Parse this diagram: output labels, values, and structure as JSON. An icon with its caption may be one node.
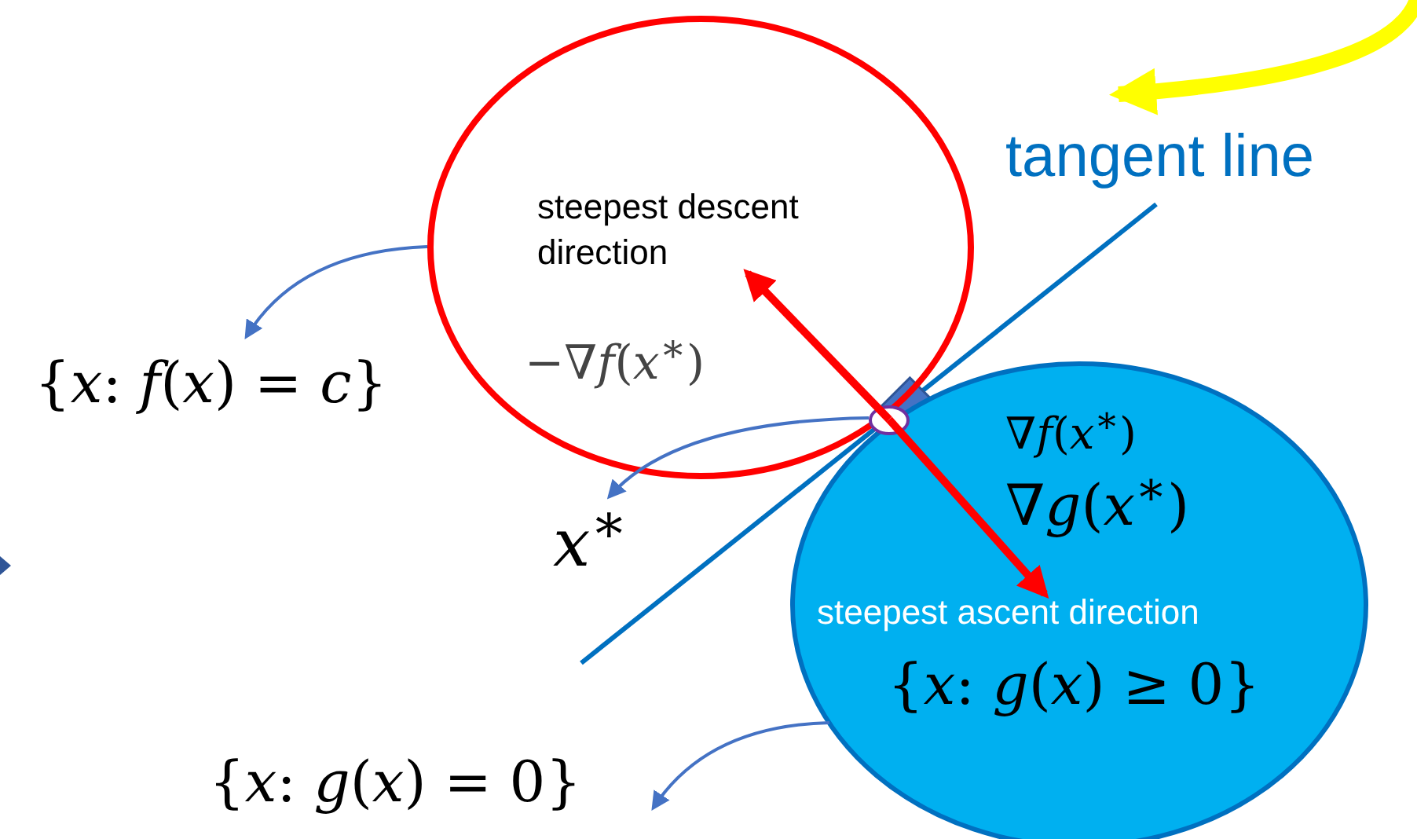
{
  "diagram": {
    "nodes": [
      {
        "text": [
          "steepest descent direction",
          "−∇*f*(*x*$^{∗}$)"
        ]
      },
      {
        "text": [
          "∇*f*(*x*$^{∗}$)",
          "∇*g*(*x*$^{∗}$)",
          "steepest ascent direction",
          "{*x*: *g*(*x*) ≥ 0}"
        ]
      },
      {
        "text": [
          "{*x*: *f*(*x*) = *c*}"
        ]
      },
      {
        "text": [
          "{*x*: *g*(*x*) = 0}"
        ]
      },
      {
        "text": [
          "*x*$^{∗}$"
        ]
      },
      {
        "text": [],
        "shape": "circle"
      },
      {
        "text": [
          "tangent line"
        ]
      }
    ],
    "edges": [
      {
        "from": 0,
        "to": 2,
        "arrow": "to"
      },
      {
        "from": 1,
        "to": 3,
        "arrow": "to"
      },
      {
        "from": 5,
        "to": 4,
        "arrow": "to"
      },
      {
        "from": null,
        "to": 6,
        "arrow": "to",
        "style": "thick",
        "color": "#ffff00"
      },
      {
        "from": 5,
        "to": 0,
        "arrow": "to",
        "style": "thick",
        "color": "#ff0000"
      },
      {
        "from": 5,
        "to": 1,
        "arrow": "to",
        "style": "thick",
        "color": "#ff0000"
      }
    ]
  }
}
